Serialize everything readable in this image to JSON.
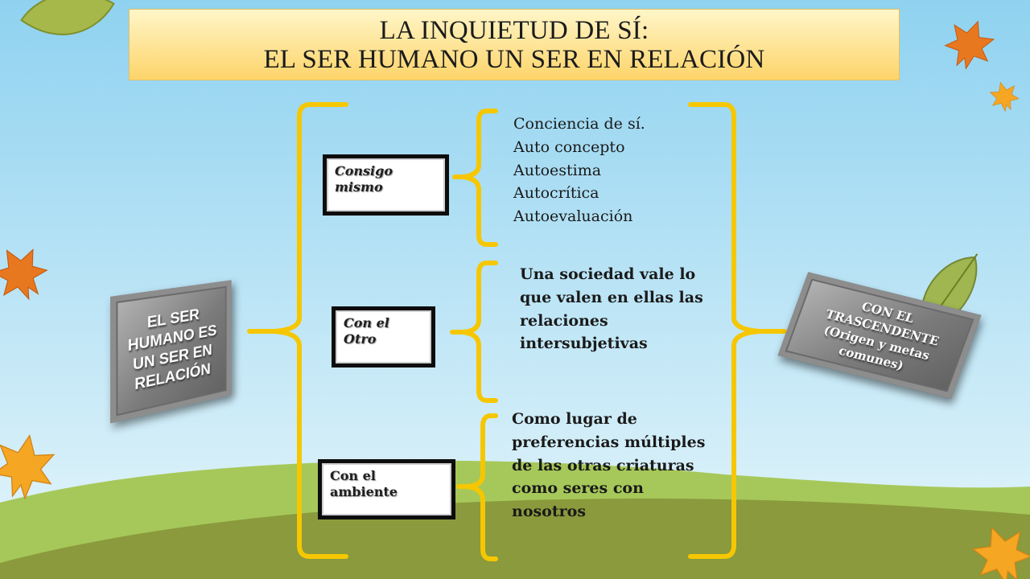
{
  "title": {
    "line1": "LA INQUIETUD DE SÍ:",
    "line2": "EL SER HUMANO UN SER EN RELACIÓN"
  },
  "central_concept": "EL SER HUMANO ES UN SER EN RELACIÓN",
  "relations": [
    {
      "label": "Consigo mismo",
      "details": [
        "Conciencia de sí.",
        "Auto concepto",
        "Autoestima",
        "Autocrítica",
        "Autoevaluación"
      ]
    },
    {
      "label": "Con el Otro",
      "details": [
        "Una sociedad vale lo",
        "que valen en ellas las",
        "relaciones",
        "intersubjetivas"
      ]
    },
    {
      "label": "Con el ambiente",
      "details": [
        "Como lugar de",
        "preferencias múltiples",
        "de las otras criaturas",
        "como seres con",
        "nosotros"
      ]
    }
  ],
  "transcendent": "CON EL TRASCENDENTE (Origen y metas comunes)",
  "colors": {
    "sky_top": "#8fd2f0",
    "sky_bottom": "#e6f6fb",
    "hill_light": "#a6c85a",
    "hill_dark": "#8a9a3c",
    "brace": "#f6c700",
    "banner_top": "#fff6c8",
    "banner_bottom": "#fdd46a"
  },
  "decor": [
    "maple-leaf-icon",
    "green-leaf-icon"
  ]
}
